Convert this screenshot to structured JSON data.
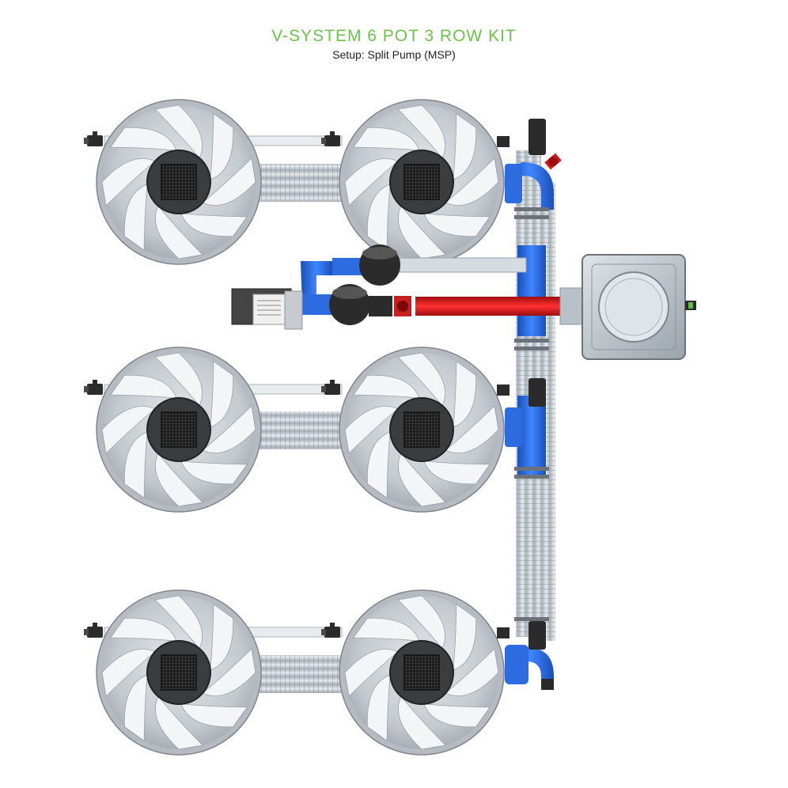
{
  "header": {
    "title": "V-SYSTEM 6 POT 3 ROW KIT",
    "subtitle": "Setup: Split Pump (MSP)"
  },
  "colors": {
    "title": "#6cc24a",
    "pot_body": "#c7cbd0",
    "blue_pipe": "#2f6fe0",
    "red_pipe": "#d91c1c",
    "grey_pipe": "#b9c1c8",
    "reservoir": "#c6cdd4",
    "dark": "#2b2b2b"
  },
  "pots": [
    {
      "id": "pot-1",
      "row": 1,
      "col": 1
    },
    {
      "id": "pot-2",
      "row": 1,
      "col": 2
    },
    {
      "id": "pot-3",
      "row": 2,
      "col": 1
    },
    {
      "id": "pot-4",
      "row": 2,
      "col": 2
    },
    {
      "id": "pot-5",
      "row": 3,
      "col": 1
    },
    {
      "id": "pot-6",
      "row": 3,
      "col": 2
    }
  ]
}
